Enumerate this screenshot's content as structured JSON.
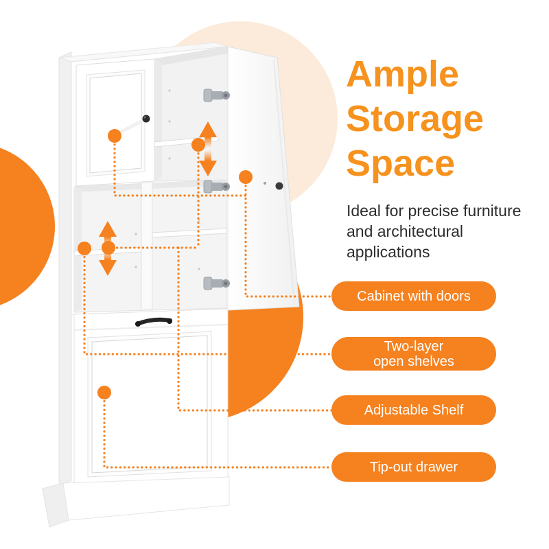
{
  "title": {
    "lines": [
      "Ample",
      "Storage",
      "Space"
    ]
  },
  "subtitle": {
    "lines": [
      "Ideal for precise furniture",
      "and architectural",
      "applications"
    ]
  },
  "callouts": [
    {
      "id": "cabinet-with-doors",
      "lines": [
        "Cabinet with doors"
      ]
    },
    {
      "id": "two-layer-open-shelves",
      "lines": [
        "Two-layer",
        "open shelves"
      ]
    },
    {
      "id": "adjustable-shelf",
      "lines": [
        "Adjustable Shelf"
      ]
    },
    {
      "id": "tip-out-drawer",
      "lines": [
        "Tip-out drawer"
      ]
    }
  ],
  "colors": {
    "accent_orange": "#F5811F",
    "title_orange": "#F6921E",
    "peach": "#FCEBDA",
    "pill_text": "#FFFFFF",
    "subtitle_text": "#2D2D2D"
  }
}
